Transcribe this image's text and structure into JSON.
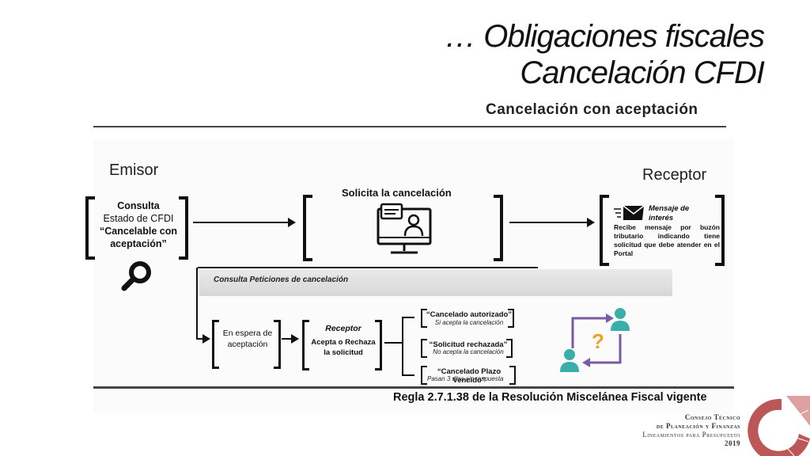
{
  "title": {
    "line1": "… Obligaciones fiscales",
    "line2": "Cancelación CFDI"
  },
  "subtitle": "Cancelación con aceptación",
  "emisor": {
    "label": "Emisor",
    "consulta_line1": "Consulta",
    "consulta_line2": "Estado de CFDI",
    "consulta_line3": "“Cancelable con",
    "consulta_line4": "aceptación”"
  },
  "solicita": {
    "label": "Solicita  la cancelación"
  },
  "receptor": {
    "label": "Receptor",
    "mensaje_title": "Mensaje de interés",
    "mensaje_body": "Recibe mensaje por buzón tributario indicando tiene solicitud que debe atender en el Portal"
  },
  "consulta_peticiones": "Consulta Peticiones de cancelación",
  "espera": {
    "line1": "En espera de",
    "line2": "aceptación"
  },
  "receptor_box": {
    "title": "Receptor",
    "line1": "Acepta o Rechaza",
    "line2": "la solicitud"
  },
  "outcomes": [
    {
      "title": "“Cancelado autorizado”",
      "sub": "Si acepta la cancelación"
    },
    {
      "title": "“Solicitud rechazada”",
      "sub": "No acepta la cancelación"
    },
    {
      "title": "“Cancelado Plazo Vencido”",
      "sub": "Pasan 3 días sin respuesta"
    }
  ],
  "regla": "Regla 2.7.1.38 de la Resolución Miscelánea Fiscal vigente",
  "logo": {
    "line1": "Consejo Técnico",
    "line2": "de Planeación y Finanzas",
    "line3": "Lineamientos para Presupuesto",
    "line4": "2019"
  },
  "icons": {
    "magnifier": "magnifier-icon",
    "computer": "computer-user-icon",
    "envelope": "envelope-icon",
    "exchange": "user-exchange-icon"
  },
  "colors": {
    "teal": "#3aafa9",
    "purple": "#7a5aa6",
    "orange": "#f0a020",
    "logo_red": "#b03a3a"
  }
}
